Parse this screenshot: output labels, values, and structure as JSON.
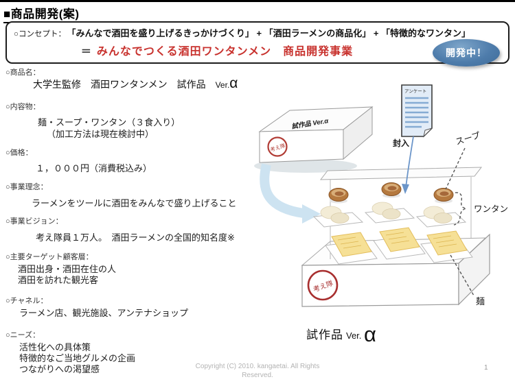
{
  "page": {
    "title": "■商品開発(案)",
    "page_number": "1",
    "copyright_line1": "Copyright (C) 2010. kangaetai. All Rights",
    "copyright_line2": "Reserved."
  },
  "concept": {
    "label": "○コンセプト：",
    "formula": "「みんなで酒田を盛り上げるきっかけづくり」 + 「酒田ラーメンの商品化」 + 「特徴的なワンタン」",
    "equals": "＝",
    "result": "みんなでつくる酒田ワンタンメン　商品開発事業",
    "result_color": "#c8322e",
    "badge_label": "開発中！",
    "badge_color": "#4e7cab"
  },
  "left": {
    "product": {
      "prefix": "大学生監修　酒田ワンタンメン　試作品　",
      "ver": "Ver.",
      "alpha": "α"
    },
    "sections": [
      {
        "label": "○商品名：",
        "lines": []
      },
      {
        "label": "○内容物：",
        "lines": [
          "麺・スープ・ワンタン（３食入り）",
          "（加工方法は現在検討中）"
        ]
      },
      {
        "label": "○価格：",
        "lines": [
          "１，０００円（消費税込み）"
        ]
      },
      {
        "label": "○事業理念：",
        "lines": [
          "ラーメンをツールに酒田をみんなで盛り上げること"
        ]
      },
      {
        "label": "○事業ビジョン：",
        "lines": [
          "考え隊員１万人。　酒田ラーメンの全国的知名度※"
        ]
      },
      {
        "label": "○主要ターゲット顧客層：",
        "lines": [
          "酒田出身・酒田在住の人",
          "酒田を訪れた観光客"
        ]
      },
      {
        "label": "○チャネル：",
        "lines": [
          "ラーメン店、観光施設、アンテナショップ"
        ]
      },
      {
        "label": "○ニーズ：",
        "lines": [
          "活性化への具体策",
          "特徴的なご当地グルメの企画",
          "つながりへの渇望感"
        ]
      }
    ]
  },
  "diagram": {
    "closed_box_label": "試作品 Ver.α",
    "stamp_text": "考え隊",
    "doc_title": "アンケート",
    "enclose_label": "封入",
    "soup_label": "スープ",
    "wantan_label": "ワンタン",
    "noodle_label": "麺",
    "caption_main": "試作品",
    "caption_ver": "Ver.",
    "caption_alpha": "α"
  }
}
